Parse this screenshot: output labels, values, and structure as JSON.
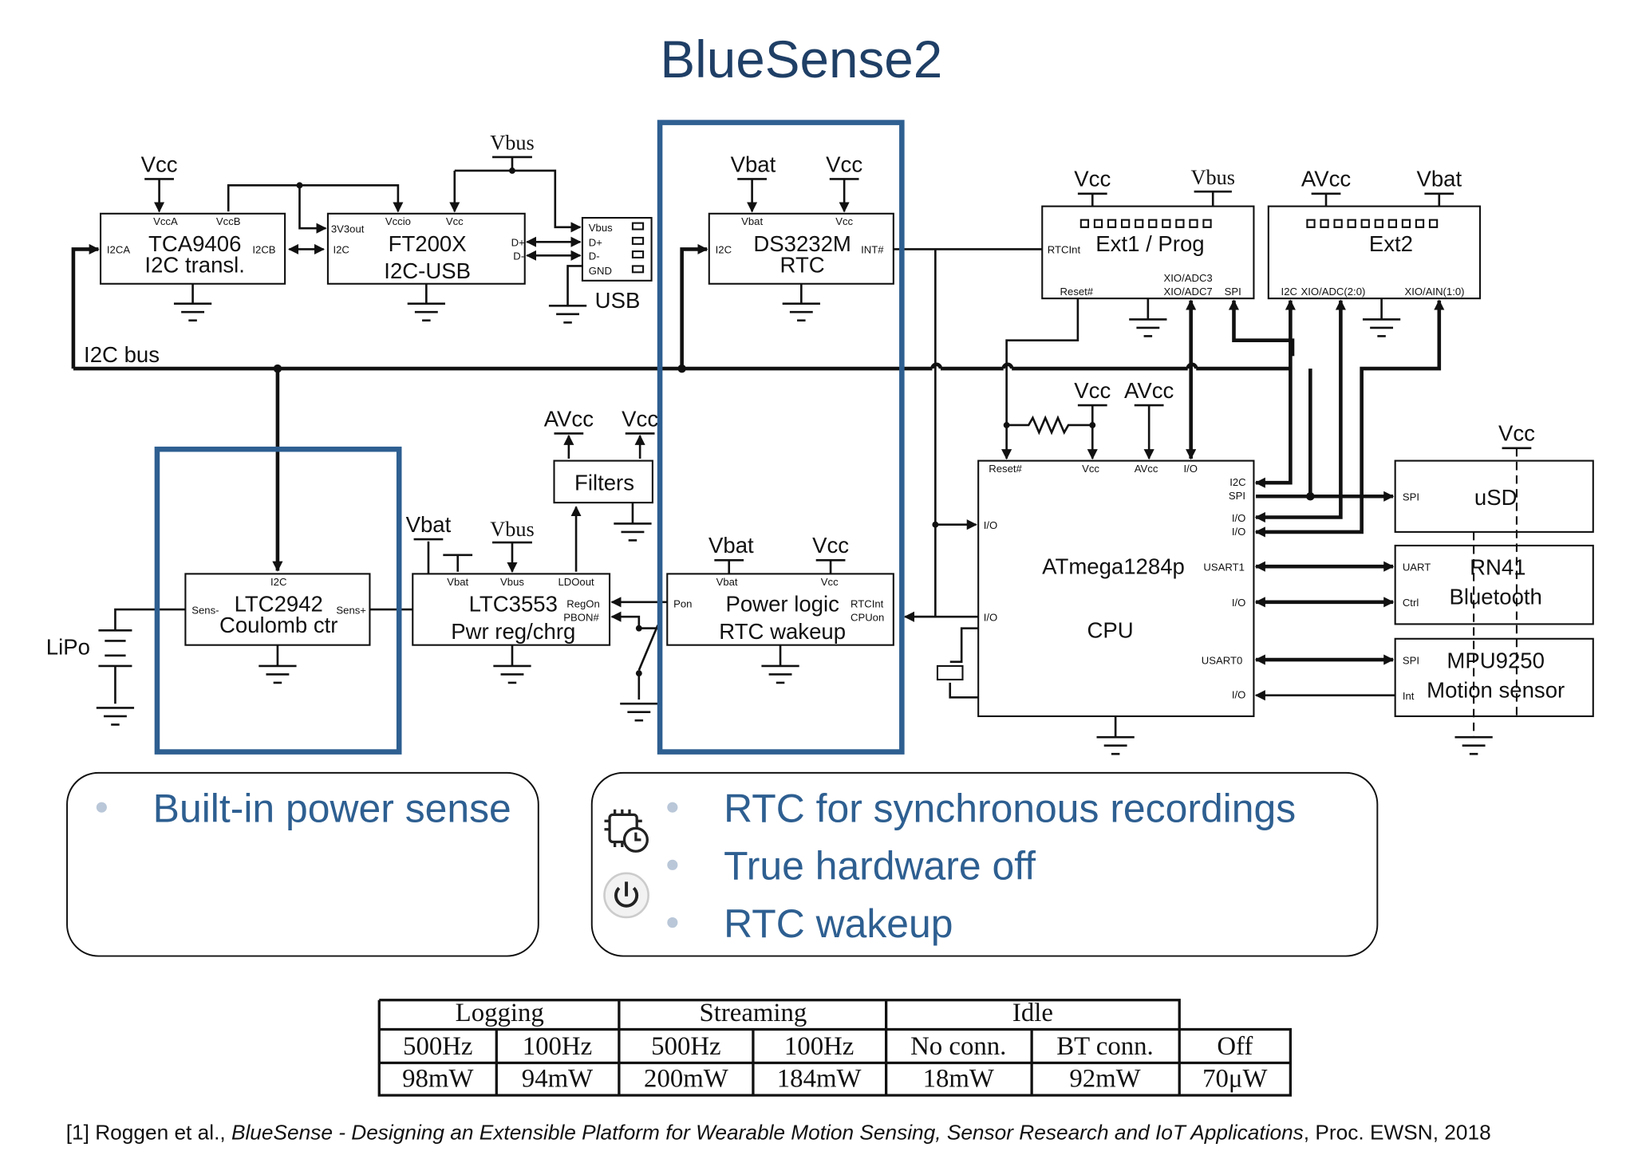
{
  "title": "BlueSense2",
  "colors": {
    "title": "#1f3f66",
    "highlight_box": "#2e5f91",
    "bullet_text": "#2e5f91"
  },
  "rails": {
    "vcc": "Vcc",
    "vbus": "Vbus",
    "vbat": "Vbat",
    "avcc": "AVcc"
  },
  "tca": {
    "name": "TCA9406",
    "sub": "I2C transl.",
    "p1": "VccA",
    "p2": "VccB",
    "p3": "I2CA",
    "p4": "I2CB"
  },
  "ft": {
    "name": "FT200X",
    "sub": "I2C-USB",
    "p1": "3V3out",
    "p2": "Vccio",
    "p3": "Vcc",
    "p4": "I2C",
    "p5": "D+",
    "p6": "D-"
  },
  "usb": {
    "name": "USB",
    "p1": "Vbus",
    "p2": "D+",
    "p3": "D-",
    "p4": "GND"
  },
  "rtc": {
    "name": "DS3232M",
    "sub": "RTC",
    "p1": "Vbat",
    "p2": "Vcc",
    "p3": "I2C",
    "p4": "INT#"
  },
  "ext1": {
    "name": "Ext1 / Prog",
    "p1": "RTCInt",
    "p2": "Reset#",
    "p3": "XIO/ADC3",
    "p4": "XIO/ADC7",
    "p5": "SPI"
  },
  "ext2": {
    "name": "Ext2",
    "p1": "I2C",
    "p2": "XIO/ADC(2:0)",
    "p3": "XIO/AIN(1:0)"
  },
  "bus_label": "I2C bus",
  "cpu": {
    "name": "ATmega1284p",
    "sub": "CPU",
    "p_reset": "Reset#",
    "p_vcc": "Vcc",
    "p_avcc": "AVcc",
    "p_io": "I/O",
    "p_i2c": "I2C",
    "p_spi": "SPI",
    "p_usart1": "USART1",
    "p_usart0": "USART0"
  },
  "usd": {
    "name": "uSD",
    "p1": "SPI"
  },
  "rn41": {
    "name": "RN41",
    "sub": "Bluetooth",
    "p1": "UART",
    "p2": "Ctrl"
  },
  "mpu": {
    "name": "MPU9250",
    "sub": "Motion sensor",
    "p1": "SPI",
    "p2": "Int"
  },
  "ltc2942": {
    "name": "LTC2942",
    "sub": "Coulomb ctr",
    "p1": "I2C",
    "p2": "Sens-",
    "p3": "Sens+"
  },
  "ltc3553": {
    "name": "LTC3553",
    "sub": "Pwr reg/chrg",
    "p1": "Vbat",
    "p2": "Vbus",
    "p3": "LDOout",
    "p4": "RegOn",
    "p5": "PBON#"
  },
  "filters": {
    "name": "Filters"
  },
  "power": {
    "name": "Power logic",
    "sub": "RTC wakeup",
    "p1": "Vbat",
    "p2": "Vcc",
    "p3": "Pon",
    "p4": "RTCInt",
    "p5": "CPUon"
  },
  "lipo": "LiPo",
  "bullets_left": [
    "Built-in power sense"
  ],
  "bullets_right": [
    "RTC for synchronous recordings",
    "True hardware off",
    "RTC wakeup"
  ],
  "icons": [
    "chip-clock-icon",
    "power-button-icon"
  ],
  "table": {
    "groups": [
      "Logging",
      "Streaming",
      "Idle"
    ],
    "modes": [
      "500Hz",
      "100Hz",
      "500Hz",
      "100Hz",
      "No conn.",
      "BT conn.",
      "Off"
    ],
    "power": [
      "98mW",
      "94mW",
      "200mW",
      "184mW",
      "18mW",
      "92mW",
      "70μW"
    ]
  },
  "citation": {
    "pre": "[1] Roggen et al., ",
    "title": "BlueSense - Designing an Extensible Platform for Wearable Motion Sensing, Sensor Research and IoT Applications",
    "post": ", Proc. EWSN, 2018"
  }
}
